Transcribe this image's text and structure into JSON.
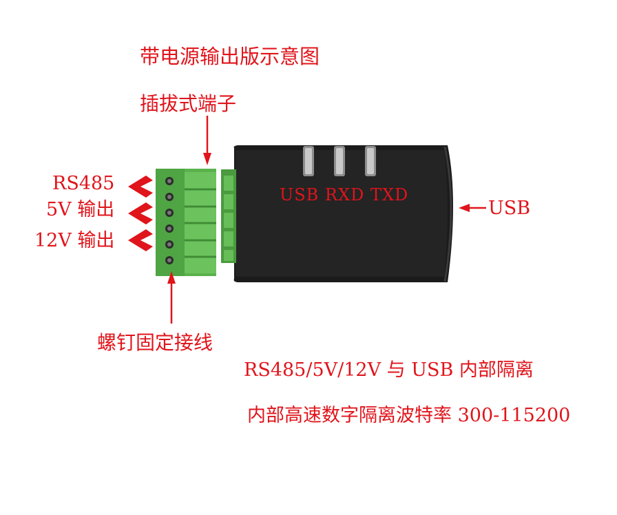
{
  "title": "带电源输出版示意图",
  "plug_label": "插拔式端子",
  "terminal_labels": {
    "rs485": "RS485",
    "v5": "5V 输出",
    "v12": "12V 输出"
  },
  "screw_label": "螺钉固定接线",
  "led_label": "USB RXD TXD",
  "usb_label": "USB",
  "notes": {
    "isolation": "RS485/5V/12V 与 USB 内部隔离",
    "baud": "内部高速数字隔离波特率 300-115200"
  },
  "colors": {
    "text_red": "#e0141b",
    "terminal_green": "#59b04c",
    "body_black": "#1b1b1b"
  }
}
